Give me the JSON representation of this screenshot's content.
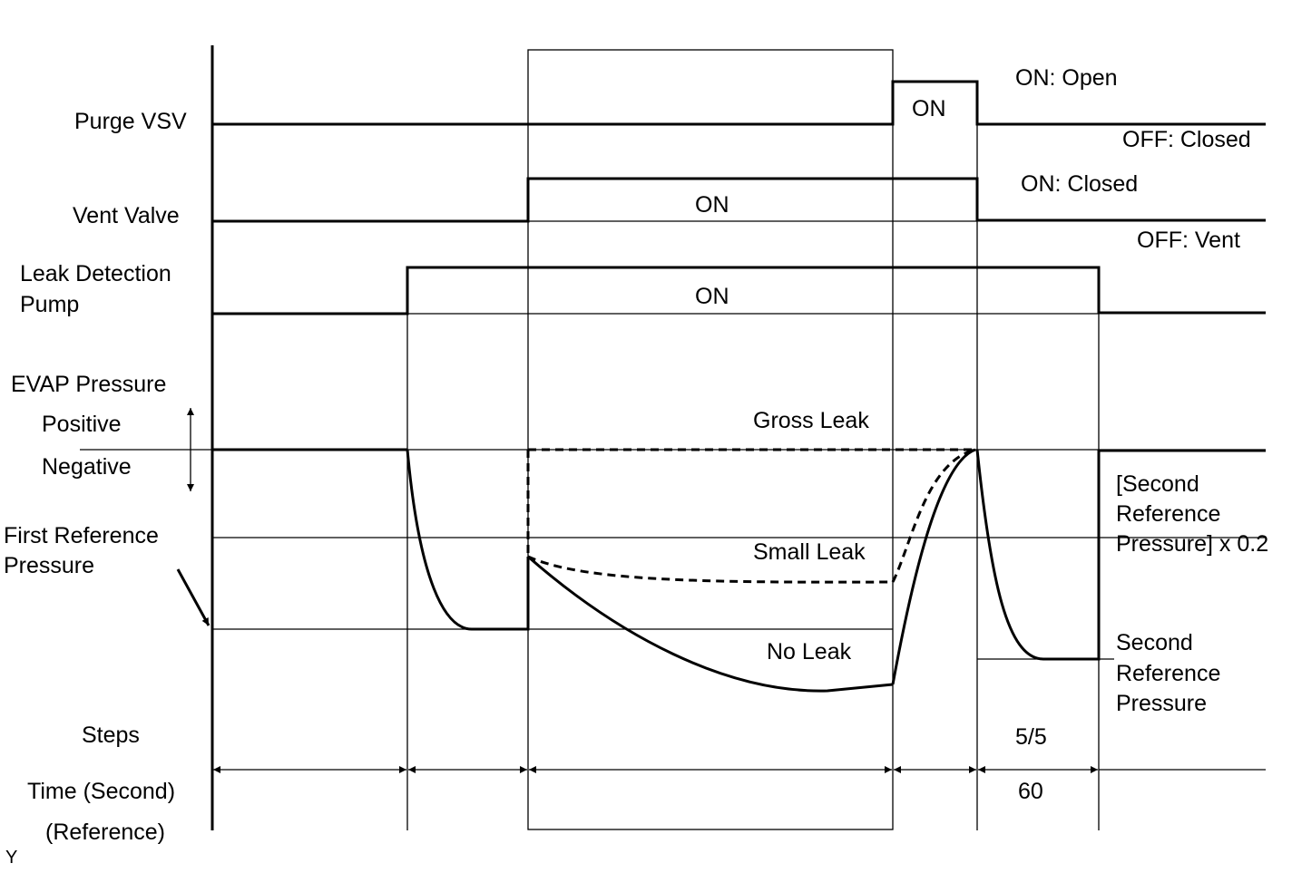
{
  "signals": {
    "purge_vsv": "Purge VSV",
    "vent_valve": "Vent Valve",
    "leak_pump_line1": "Leak Detection",
    "leak_pump_line2": "Pump",
    "evap_pressure": "EVAP Pressure",
    "positive": "Positive",
    "negative": "Negative",
    "first_ref_line1": "First Reference",
    "first_ref_line2": "Pressure",
    "steps": "Steps",
    "time_line1": "Time (Second)",
    "time_line2": "(Reference)"
  },
  "states": {
    "purge_on": "ON",
    "purge_on_desc": "ON: Open",
    "purge_off_desc": "OFF: Closed",
    "vent_on": "ON",
    "vent_on_desc": "ON: Closed",
    "vent_off_desc": "OFF: Vent",
    "pump_on": "ON"
  },
  "curves": {
    "gross_leak": "Gross Leak",
    "small_leak": "Small Leak",
    "no_leak": "No Leak"
  },
  "right_labels": {
    "second_ref_x02_line1": "[Second",
    "second_ref_x02_line2": "Reference",
    "second_ref_x02_line3": "Pressure] x 0.2",
    "second_ref_line1": "Second",
    "second_ref_line2": "Reference",
    "second_ref_line3": "Pressure"
  },
  "timeline": {
    "step_value": "5/5",
    "time_value": "60"
  },
  "corner_mark": "Y"
}
